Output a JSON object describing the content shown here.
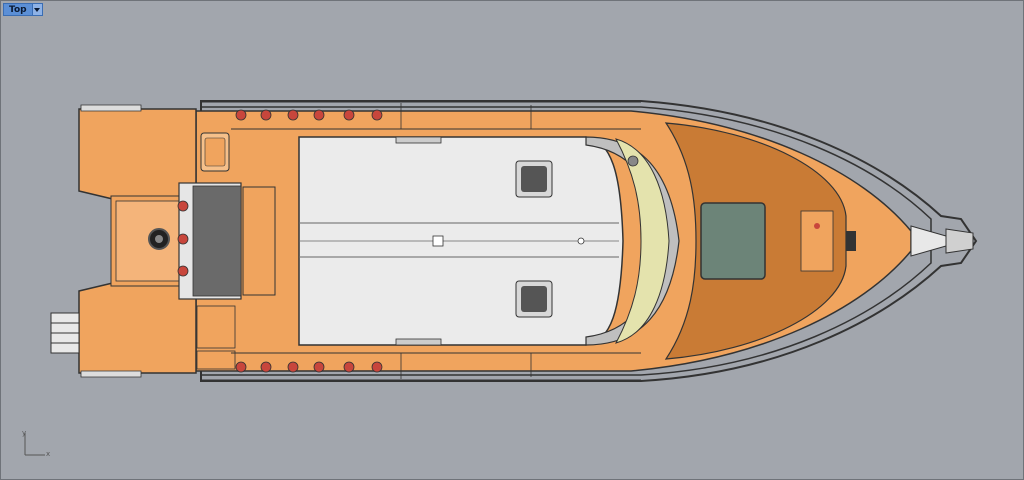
{
  "viewport": {
    "name": "Top",
    "menu_icon": "chevron-down-icon",
    "background": "#a2a6ad"
  },
  "axis_widget": {
    "x_label": "x",
    "y_label": "y"
  },
  "colors": {
    "deck": "#f0a45e",
    "deck_dark": "#c97b35",
    "cabin_roof": "#ebebeb",
    "windshield": "#e4e3ad",
    "hatch_glass": "#6c8478",
    "fender": "#c8463c",
    "outline": "#333333"
  }
}
